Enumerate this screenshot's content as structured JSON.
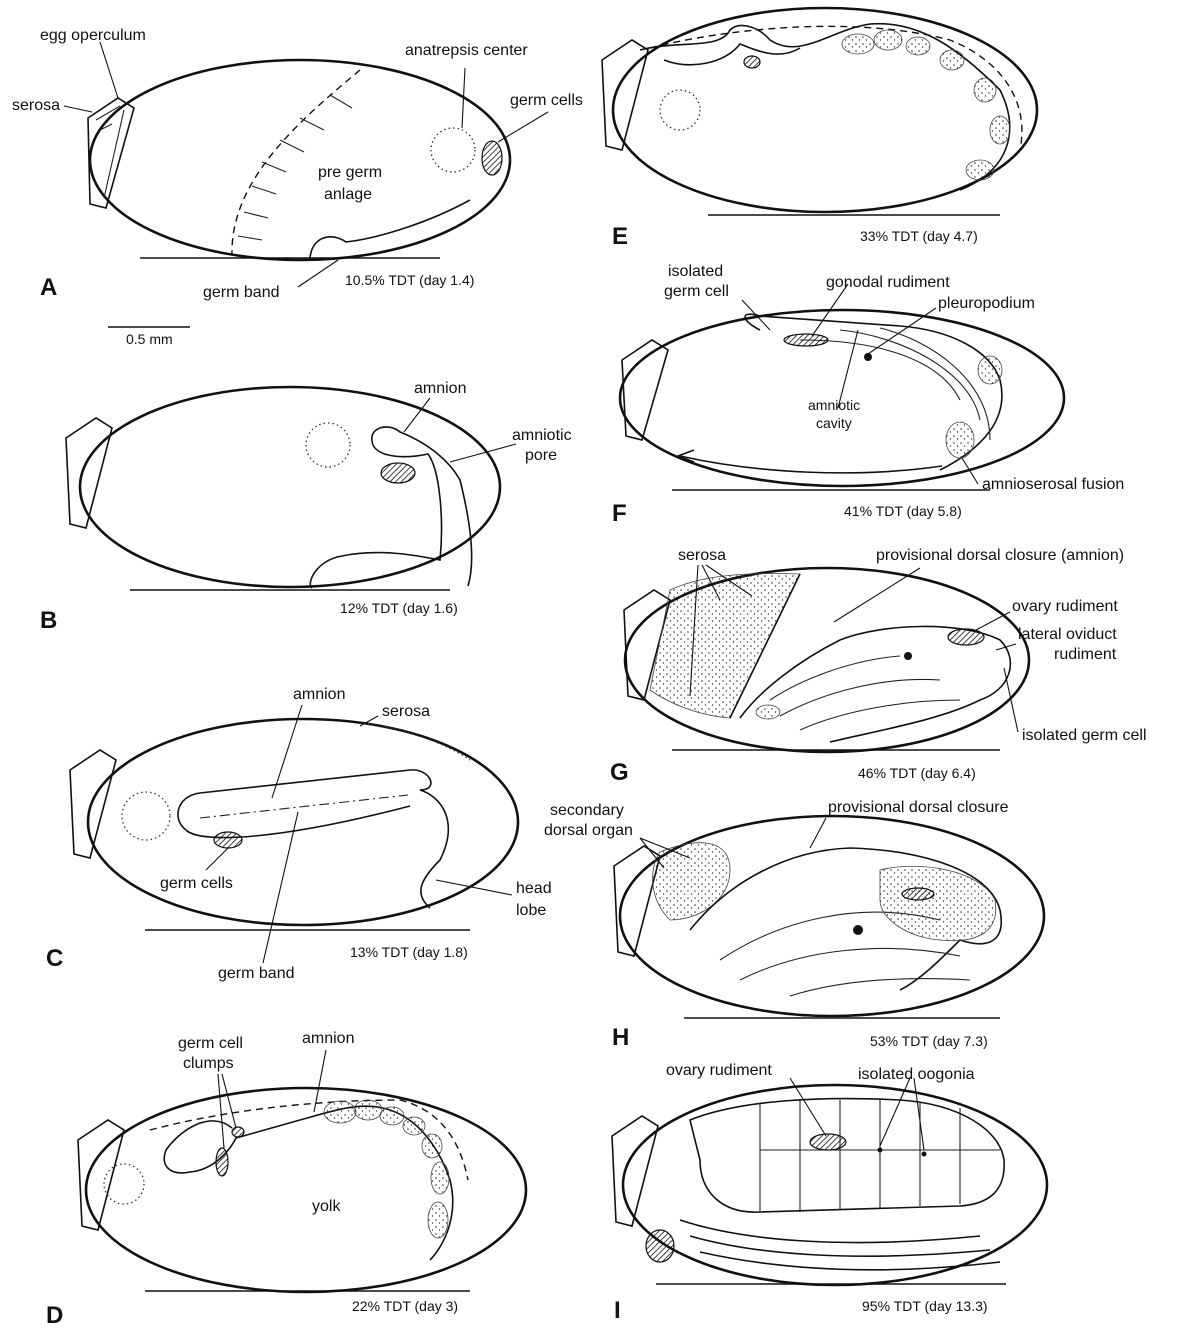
{
  "scale_bar": "0.5 mm",
  "panels": {
    "A": {
      "letter": "A",
      "caption": "10.5% TDT (day 1.4)",
      "labels": {
        "operculum": "egg operculum",
        "serosa": "serosa",
        "center": "anatrepsis center",
        "germcells": "germ cells",
        "anlage1": "pre germ",
        "anlage2": "anlage",
        "germband": "germ band"
      }
    },
    "B": {
      "letter": "B",
      "caption": "12% TDT (day 1.6)",
      "labels": {
        "amnion": "amnion",
        "pore1": "amniotic",
        "pore2": "pore"
      }
    },
    "C": {
      "letter": "C",
      "caption": "13% TDT (day 1.8)",
      "labels": {
        "amnion": "amnion",
        "serosa": "serosa",
        "germcells": "germ cells",
        "head1": "head",
        "head2": "lobe",
        "germband": "germ band"
      }
    },
    "D": {
      "letter": "D",
      "caption": "22% TDT (day 3)",
      "labels": {
        "clumps1": "germ cell",
        "clumps2": "clumps",
        "amnion": "amnion",
        "yolk": "yolk"
      }
    },
    "E": {
      "letter": "E",
      "caption": "33% TDT (day 4.7)"
    },
    "F": {
      "letter": "F",
      "caption": "41% TDT (day 5.8)",
      "labels": {
        "isolated1": "isolated",
        "isolated2": "germ cell",
        "gonodal": "gonodal rudiment",
        "pleuro": "pleuropodium",
        "cavity1": "amniotic",
        "cavity2": "cavity",
        "fusion": "amnioserosal fusion"
      }
    },
    "G": {
      "letter": "G",
      "caption": "46% TDT (day 6.4)",
      "labels": {
        "serosa": "serosa",
        "closure": "provisional dorsal closure (amnion)",
        "ovary": "ovary rudiment",
        "oviduct1": "lateral oviduct",
        "oviduct2": "rudiment",
        "isolated": "isolated germ cell"
      }
    },
    "H": {
      "letter": "H",
      "caption": "53% TDT (day 7.3)",
      "labels": {
        "organ1": "secondary",
        "organ2": "dorsal organ",
        "closure": "provisional dorsal closure"
      }
    },
    "I": {
      "letter": "I",
      "caption": "95% TDT (day 13.3)",
      "labels": {
        "ovary": "ovary rudiment",
        "oogonia": "isolated oogonia"
      }
    }
  }
}
